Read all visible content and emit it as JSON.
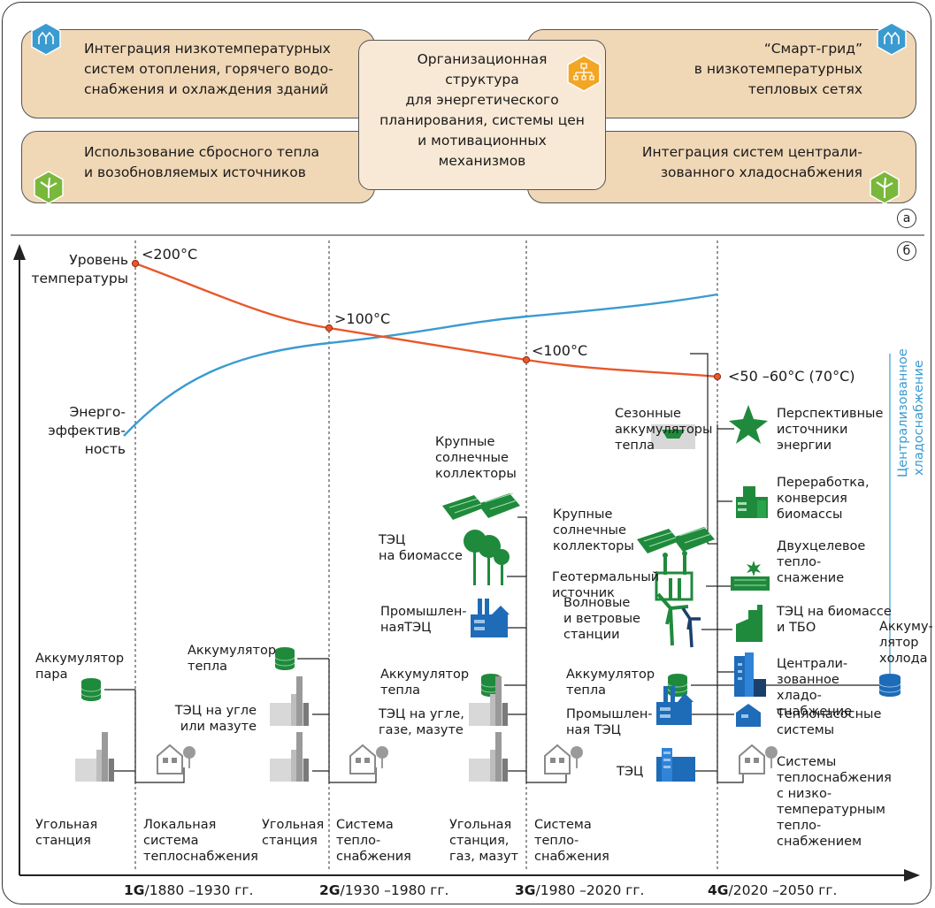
{
  "panel_a": {
    "top_left": "Интеграция низкотемпературных\nсистем отопления, горячего водо-\nснабжения и охлаждения зданий",
    "bottom_left": "Использование сбросного тепла\nи возобновляемых источников",
    "top_right": "“Смарт-грид”\nв низкотемпературных\nтепловых сетях",
    "bottom_right": "Интеграция систем централи-\nзованного хладоснабжения",
    "center": "Организационная\nструктура\nдля энергетического\nпланирования, системы цен\nи мотивационных\nмеханизмов",
    "marker": "а"
  },
  "panel_b": {
    "marker": "б",
    "temp_axis_label": "Уровень\nтемпературы",
    "efficiency_label": "Энерго-\nэффектив-\nность",
    "temperatures": [
      "<200°C",
      ">100°C",
      "<100°C",
      "<50 –60°C (70°C)"
    ],
    "eras": [
      {
        "gen": "1G",
        "years": "/1880 –1930 гг."
      },
      {
        "gen": "2G",
        "years": "/1930 –1980 гг."
      },
      {
        "gen": "3G",
        "years": "/1980 –2020 гг."
      },
      {
        "gen": "4G",
        "years": "/2020 –2050 гг."
      }
    ],
    "cold_label": "Централизованное\nхладоснабжение",
    "colors": {
      "temperature": "#e8582a",
      "efficiency": "#3a9bd0",
      "green": "#1f8a3c",
      "blue": "#1e6bb8",
      "gray": "#9a9a9a"
    },
    "gen1": {
      "steam_acc": "Аккумулятор\nпара",
      "coal": "Угольная\nстанция",
      "system": "Локальная\nсистема\nтеплоснабжения"
    },
    "gen2": {
      "heat_acc": "Аккумулятор\nтепла",
      "chp": "ТЭЦ на угле\nили мазуте",
      "coal": "Угольная\nстанция",
      "system": "Система\nтепло-\nснабжения"
    },
    "gen3": {
      "solar": "Крупные\nсолнечные\nколлекторы",
      "biomass": "ТЭЦ\nна биомассе",
      "industrial": "Промышлен-\nнаяТЭЦ",
      "heat_acc": "Аккумулятор\nтепла",
      "chp": "ТЭЦ на угле,\nгазе, мазуте",
      "coal": "Угольная\nстанция,\nгаз, мазут",
      "system": "Система\nтепло-\nснабжения"
    },
    "gen4_left": {
      "seasonal": "Сезонные\nаккумуляторы\nтепла",
      "solar": "Крупные\nсолнечные\nколлекторы",
      "geothermal": "Геотермальный\nисточник",
      "wind": "Волновые\nи ветровые\nстанции",
      "heat_acc": "Аккумулятор\nтепла",
      "industrial": "Промышлен-\nная ТЭЦ",
      "chp": "ТЭЦ"
    },
    "gen4_right": {
      "future": "Перспективные\nисточники\nэнергии",
      "biomass_conv": "Переработка,\nконверсия\nбиомассы",
      "dual": "Двухцелевое\nтепло-\nснажение",
      "chp_waste": "ТЭЦ на биомассе\nи ТБО",
      "central_cold": "Централи-\nзованное\nхладо-\nснабжение",
      "heat_pump": "Теплонасосные\nсистемы",
      "low_temp": "Системы\nтеплоснабжения\nс низко-\nтемпературным\nтепло-\nснабжением",
      "cold_acc": "Аккуму-\nлятор\nхолода"
    }
  }
}
